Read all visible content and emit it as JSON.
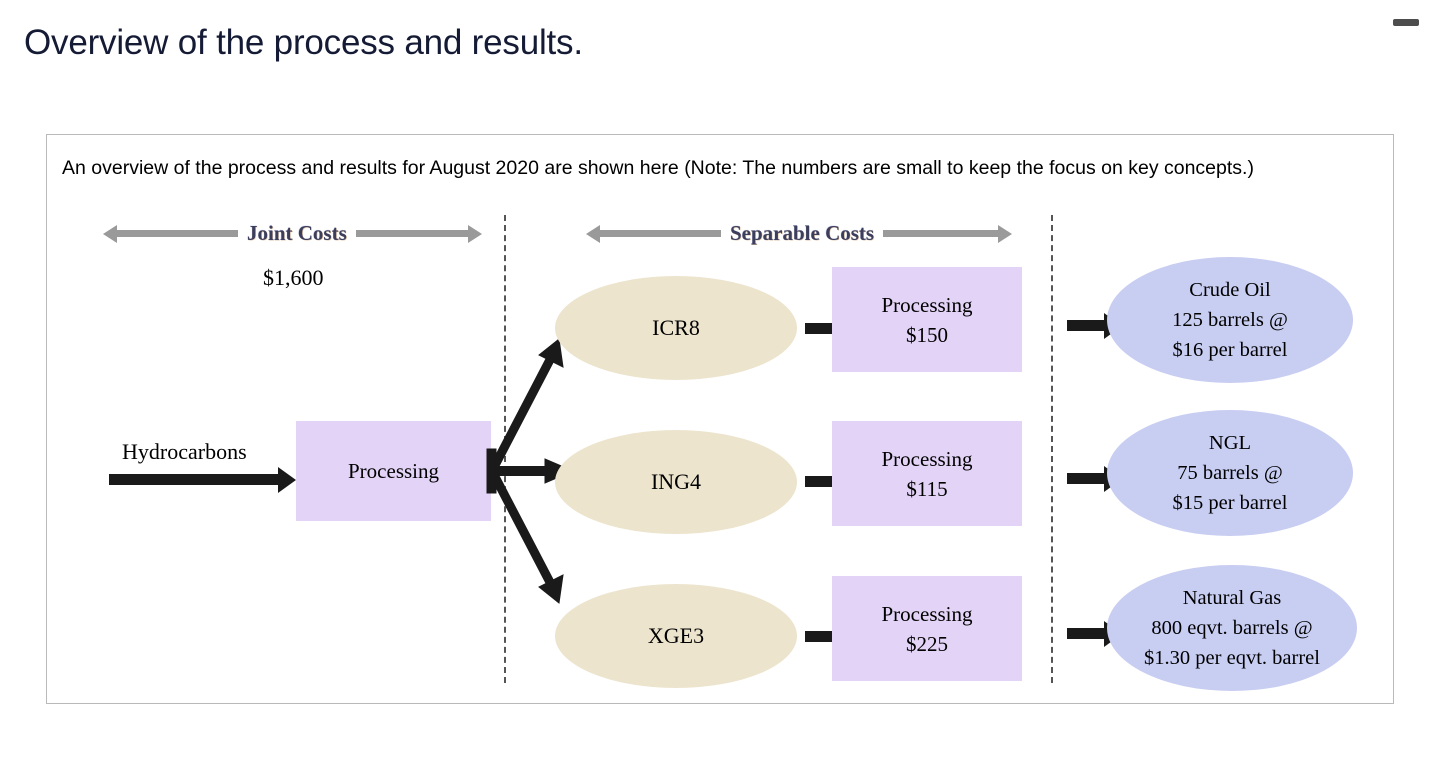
{
  "window": {
    "handle_icon": "window-minimize-handle"
  },
  "header": {
    "title": "Overview of the process and results."
  },
  "panel": {
    "intro": "An overview of the process and results for August 2020 are shown here (Note: The numbers are small to keep the focus on key concepts.)"
  },
  "diagram": {
    "banners": [
      {
        "label": "Joint Costs",
        "amount": "$1,600"
      },
      {
        "label": "Separable Costs",
        "amount": ""
      }
    ],
    "input": {
      "label": "Hydrocarbons",
      "arrow_icon": "right-arrow-icon"
    },
    "joint_process": {
      "label": "Processing"
    },
    "split_arrows_icon": "three-way-split-arrows-icon",
    "divider_left_icon": "dashed-vertical-divider",
    "divider_right_icon": "dashed-vertical-divider",
    "branches": [
      {
        "intermediate": "ICR8",
        "process_label": "Processing",
        "process_cost": "$150",
        "product_name": "Crude Oil",
        "product_qty": "125 barrels @",
        "product_price": "$16 per barrel",
        "arrow1_icon": "right-arrow-icon",
        "arrow2_icon": "right-arrow-icon"
      },
      {
        "intermediate": "ING4",
        "process_label": "Processing",
        "process_cost": "$115",
        "product_name": "NGL",
        "product_qty": "75 barrels @",
        "product_price": "$15 per barrel",
        "arrow1_icon": "right-arrow-icon",
        "arrow2_icon": "right-arrow-icon"
      },
      {
        "intermediate": "XGE3",
        "process_label": "Processing",
        "process_cost": "$225",
        "product_name": "Natural Gas",
        "product_qty": "800 eqvt. barrels @",
        "product_price": "$1.30 per eqvt. barrel",
        "arrow1_icon": "right-arrow-icon",
        "arrow2_icon": "right-arrow-icon"
      }
    ]
  },
  "colors": {
    "title": "#151b35",
    "process_box": "#e3d4f7",
    "intermediate_ellipse": "#ece4cd",
    "product_ellipse": "#c8cdf2",
    "banner_arrow": "#9a9a9a",
    "flow_arrow": "#1a1a1a",
    "panel_border": "#b9b9b9"
  }
}
